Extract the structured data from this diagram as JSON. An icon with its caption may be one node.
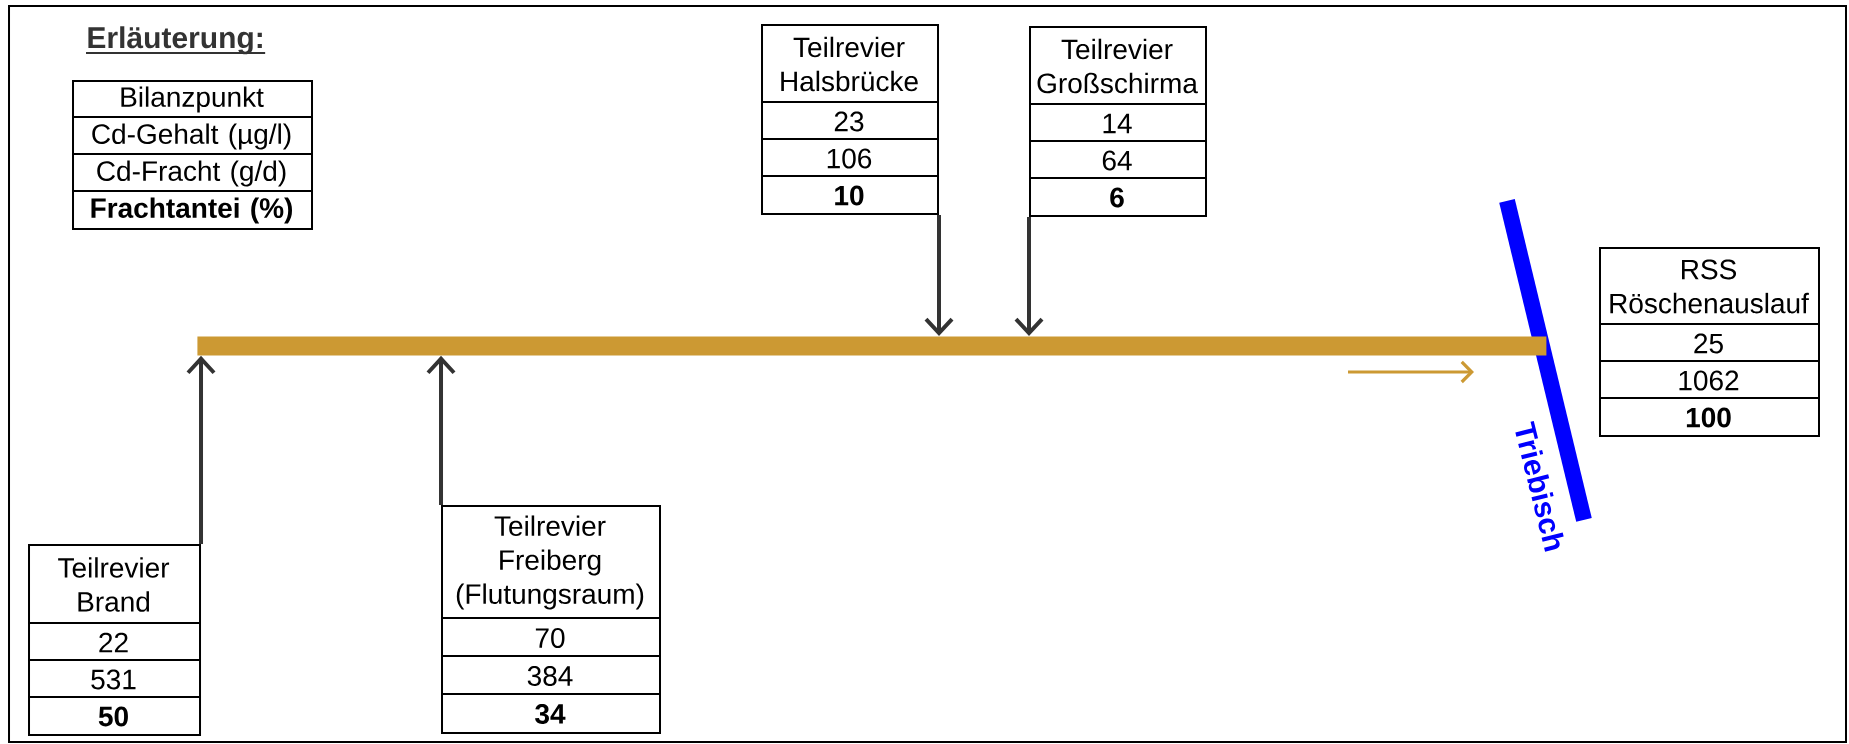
{
  "diagram": {
    "title": "Erläuterung:",
    "nodes": [
      {
        "text": [
          "Bilanzpunkt",
          "Cd-Gehalt (µg/l)",
          "Cd-Fracht (g/d)",
          "Frachtantei (%)"
        ]
      },
      {
        "text": [
          "Teilrevier Halsbrücke",
          "23",
          "106",
          "10"
        ]
      },
      {
        "text": [
          "Teilrevier Großschirma",
          "14",
          "64",
          "6"
        ]
      },
      {
        "text": [
          "RSS Röschenauslauf",
          "25",
          "1062",
          "100"
        ]
      },
      {
        "text": [],
        "shape": "bar"
      },
      {
        "text": [
          "Teilrevier Brand",
          "22",
          "531",
          "50"
        ]
      },
      {
        "text": [
          "Teilrevier Freiberg (Flutungsraum)",
          "70",
          "384",
          "34"
        ]
      }
    ],
    "edges": [
      {
        "from": 1,
        "to": 4,
        "arrow": "to"
      },
      {
        "from": 2,
        "to": 4,
        "arrow": "to"
      },
      {
        "from": 5,
        "to": 4,
        "arrow": "to"
      },
      {
        "from": 6,
        "to": 4,
        "arrow": "to"
      }
    ],
    "labels": [
      "Triebisch"
    ]
  }
}
